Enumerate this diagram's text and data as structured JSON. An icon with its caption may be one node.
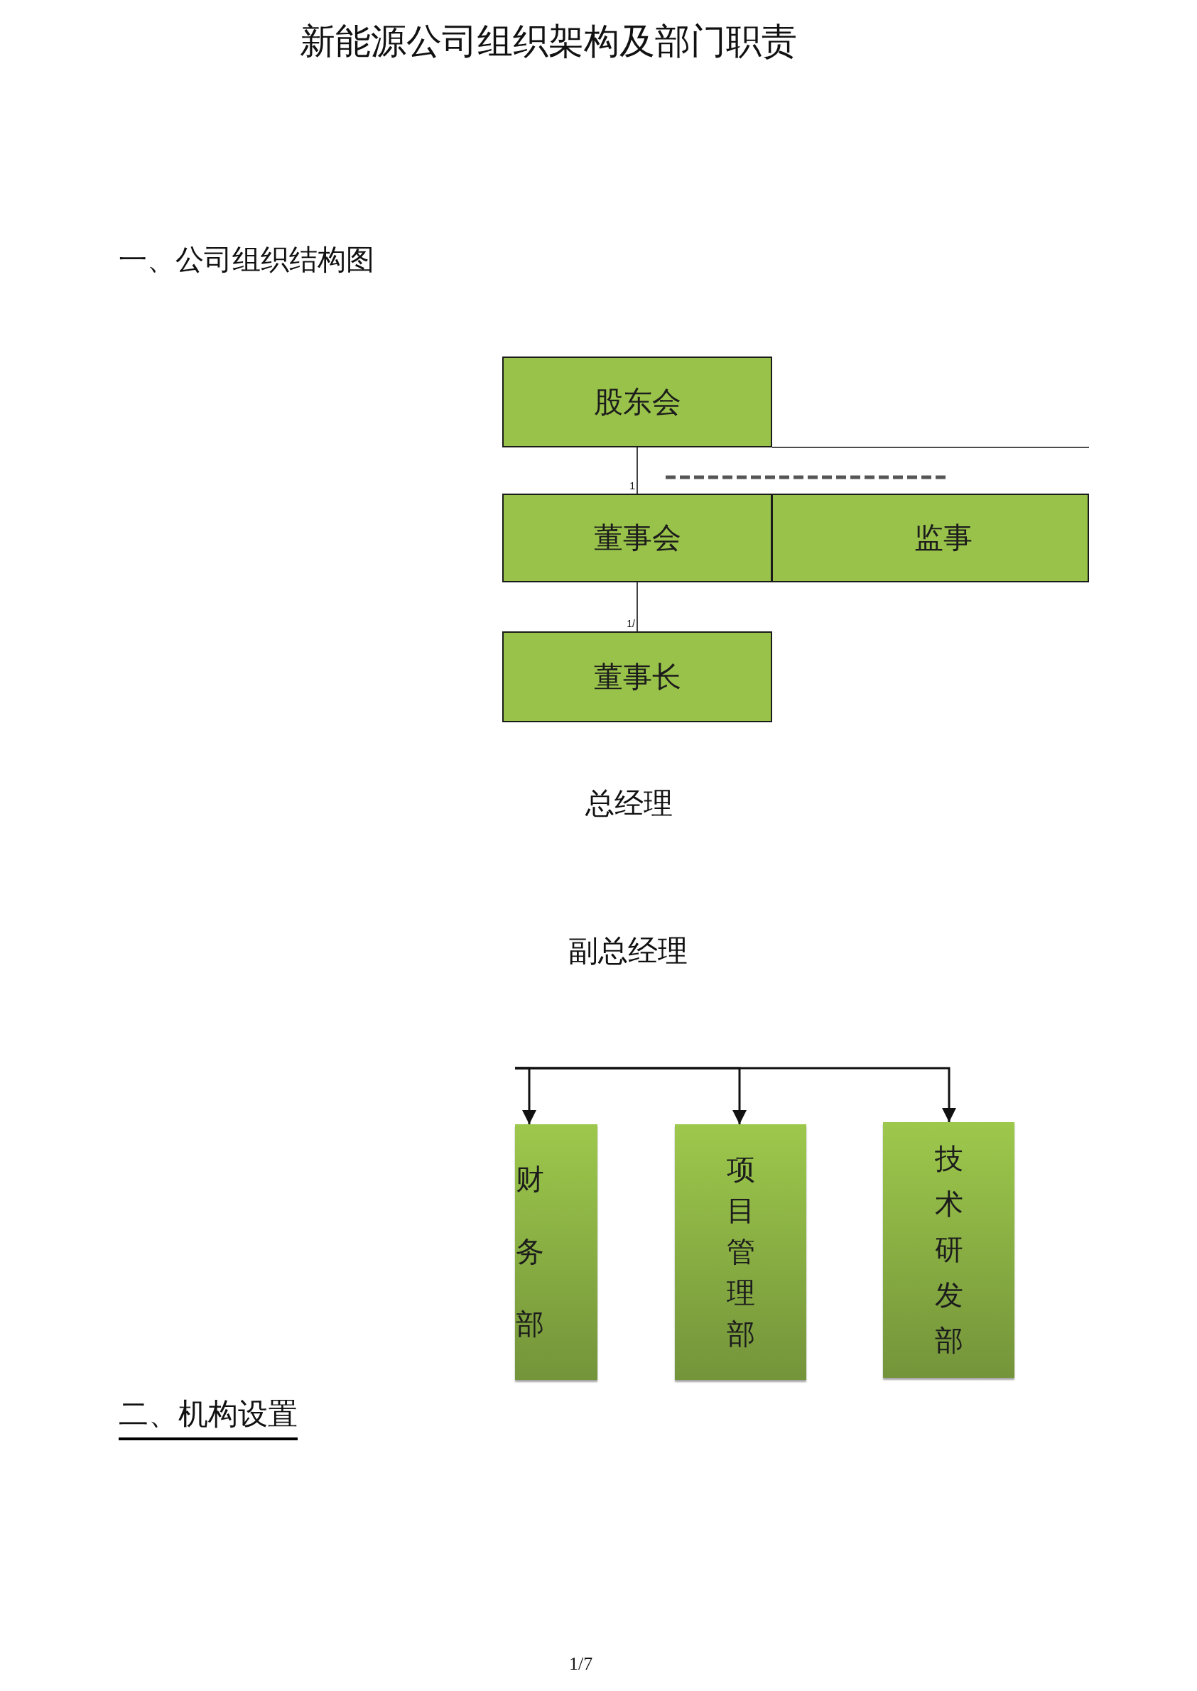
{
  "diagram": {
    "title": "新能源公司组织架构及部门职责",
    "nodes": [
      {
        "text": [
          "股东会"
        ]
      },
      {
        "text": [
          "董事会"
        ]
      },
      {
        "text": [
          "监事"
        ]
      },
      {
        "text": [
          "董事长"
        ]
      },
      {
        "text": [
          "财务部"
        ]
      },
      {
        "text": [
          "项目管理部"
        ]
      },
      {
        "text": [
          "技术研发部"
        ]
      }
    ],
    "edges": [
      {
        "from": 0,
        "to": 1,
        "arrow": "none",
        "label": "1"
      },
      {
        "from": 1,
        "to": 3,
        "arrow": "none",
        "label": "1/"
      },
      {
        "from": 0,
        "to": null,
        "arrow": "none"
      },
      {
        "from": null,
        "to": 4,
        "arrow": "to"
      },
      {
        "from": null,
        "to": 5,
        "arrow": "to"
      },
      {
        "from": null,
        "to": 6,
        "arrow": "to"
      }
    ],
    "labels": [
      "一、公司组织结构图",
      "总经理",
      "副总经理",
      "二、机构设置",
      "1/7"
    ]
  }
}
